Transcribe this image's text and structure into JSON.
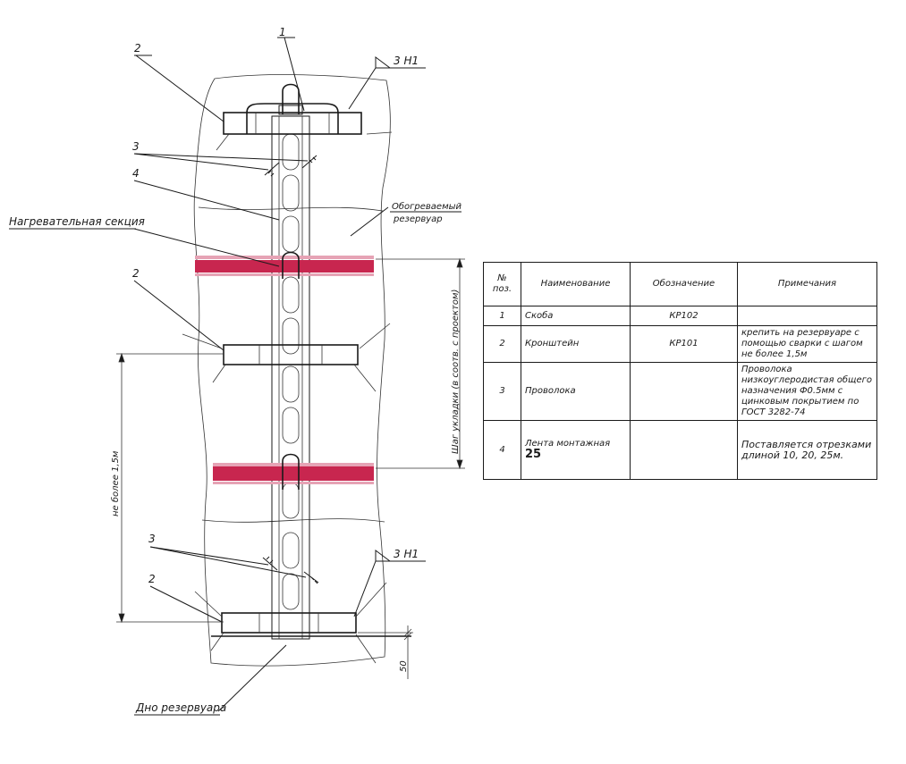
{
  "labels": {
    "item_1": "1",
    "item_2a": "2",
    "item_2b": "2",
    "item_2c": "2",
    "item_3a": "3",
    "item_3b": "3",
    "item_4": "4",
    "weld_top": "3 Н1",
    "weld_bottom": "3 Н1",
    "heating_section": "Нагревательная секция",
    "heated_tank_1": "Обогреваемый",
    "heated_tank_2": "резервуар",
    "laying_step": "Шаг укладки (в соотв. с проектом)",
    "max_spacing": "не более 1,5м",
    "tank_bottom": "Дно резервуара",
    "dim_50": "50"
  },
  "table": {
    "headers": [
      "№ поз.",
      "Наименование",
      "Обозначение",
      "Примечания"
    ],
    "rows": [
      {
        "pos": "1",
        "name": "Скоба",
        "designation": "КР102",
        "note": ""
      },
      {
        "pos": "2",
        "name": "Кронштейн",
        "designation": "КР101",
        "note": "крепить на резервуаре с помощью сварки с шагом не более 1,5м"
      },
      {
        "pos": "3",
        "name": "Проволока",
        "designation": "",
        "note": "Проволока низкоуглеродистая общего назначения Ф0.5мм с цинковым покрытием по ГОСТ 3282-74"
      },
      {
        "pos": "4",
        "name": "Лента монтажная",
        "name_num": "25",
        "designation": "",
        "note": "Поставляется отрезками длиной 10, 20, 25м."
      }
    ]
  },
  "colors": {
    "heating_cable": "#c8264f",
    "heating_cable_light": "#e6a3b5",
    "line": "#1a1a1a"
  }
}
